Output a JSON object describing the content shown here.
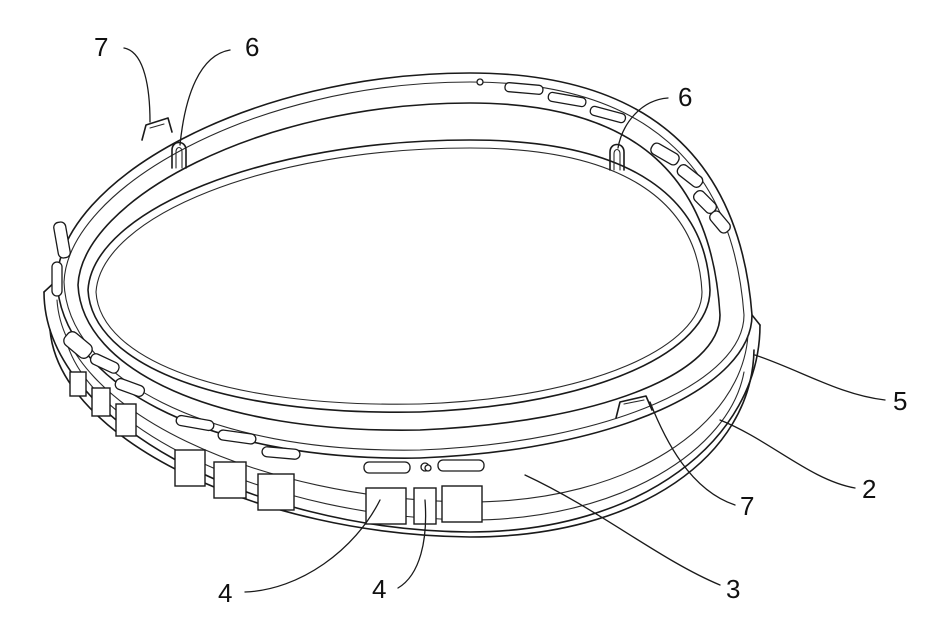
{
  "figure": {
    "reference_numerals": {
      "n7_top_left": "7",
      "n6_top_left": "6",
      "n6_top_right": "6",
      "n5": "5",
      "n2": "2",
      "n7_right": "7",
      "n4_left": "4",
      "n4_center": "4",
      "n3": "3"
    }
  }
}
